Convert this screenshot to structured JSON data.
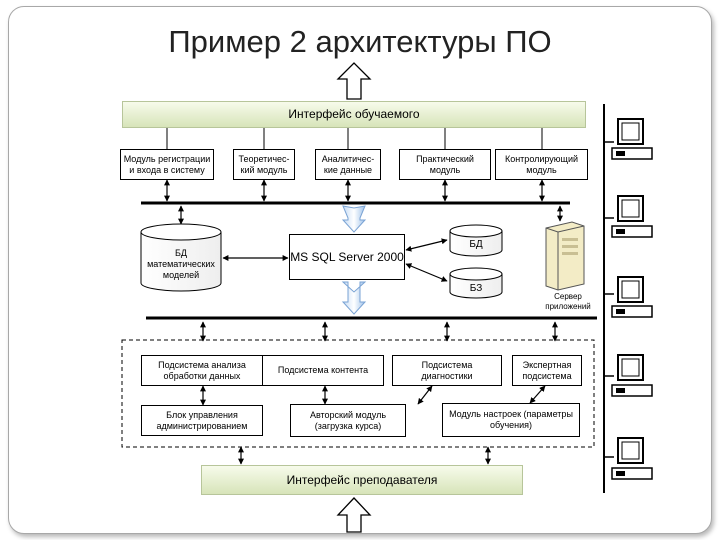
{
  "title": "Пример 2 архитектуры ПО",
  "student_interface": "Интерфейс обучаемого",
  "teacher_interface": "Интерфейс преподавателя",
  "top_modules": [
    "Модуль регистрации и входа в систему",
    "Теоретичес-кий модуль",
    "Аналитичес-кие данные",
    "Практический модуль",
    "Контролирующий модуль"
  ],
  "db_math": "БД математических моделей",
  "mssql": "MS SQL Server 2000",
  "db": "БД",
  "kb": "БЗ",
  "server": "Сервер приложений",
  "subsystems": [
    "Подсистема анализа обработки данных",
    "Подсистема контента",
    "Подсистема диагностики",
    "Экспертная подсистема"
  ],
  "lower_modules": [
    "Блок управления администрированием",
    "Авторский модуль (загрузка курса)",
    "Модуль настроек (параметры обучения)"
  ]
}
